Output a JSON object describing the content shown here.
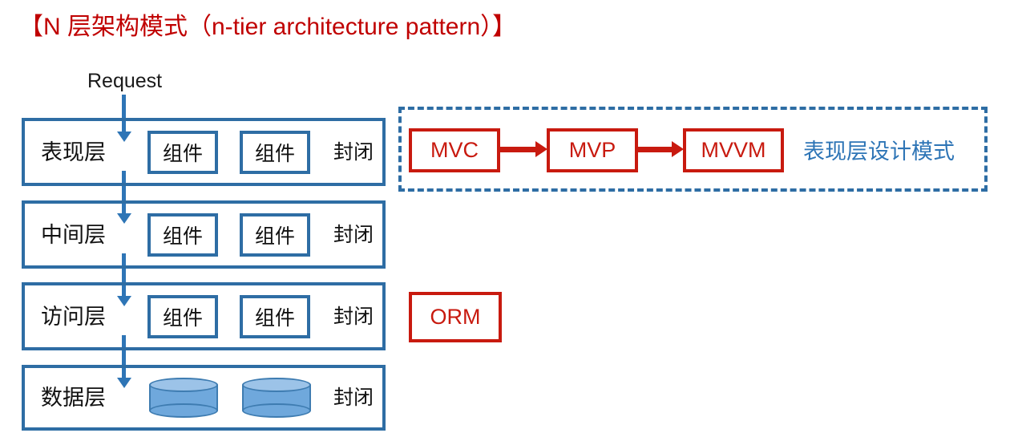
{
  "title": "【N 层架构模式（n-tier architecture pattern）】",
  "colors": {
    "title_red": "#C00000",
    "box_red": "#C81A0F",
    "layer_blue": "#2E6DA4",
    "arrow_blue": "#2E75B6",
    "db_fill": "#6FA8DC",
    "db_top": "#9CC3E8"
  },
  "flow": {
    "request_label": "Request"
  },
  "layers": [
    {
      "name": "表现层",
      "closed_label": "封闭",
      "components": [
        "组件",
        "组件"
      ],
      "has_databases": false
    },
    {
      "name": "中间层",
      "closed_label": "封闭",
      "components": [
        "组件",
        "组件"
      ],
      "has_databases": false
    },
    {
      "name": "访问层",
      "closed_label": "封闭",
      "components": [
        "组件",
        "组件"
      ],
      "has_databases": false
    },
    {
      "name": "数据层",
      "closed_label": "封闭",
      "components": [],
      "has_databases": true,
      "database_count": 2
    }
  ],
  "pattern_panel": {
    "label": "表现层设计模式",
    "boxes": [
      "MVC",
      "MVP",
      "MVVM"
    ],
    "arrows": [
      "MVC→MVP",
      "MVP→MVVM"
    ]
  },
  "orm": {
    "label": "ORM"
  }
}
